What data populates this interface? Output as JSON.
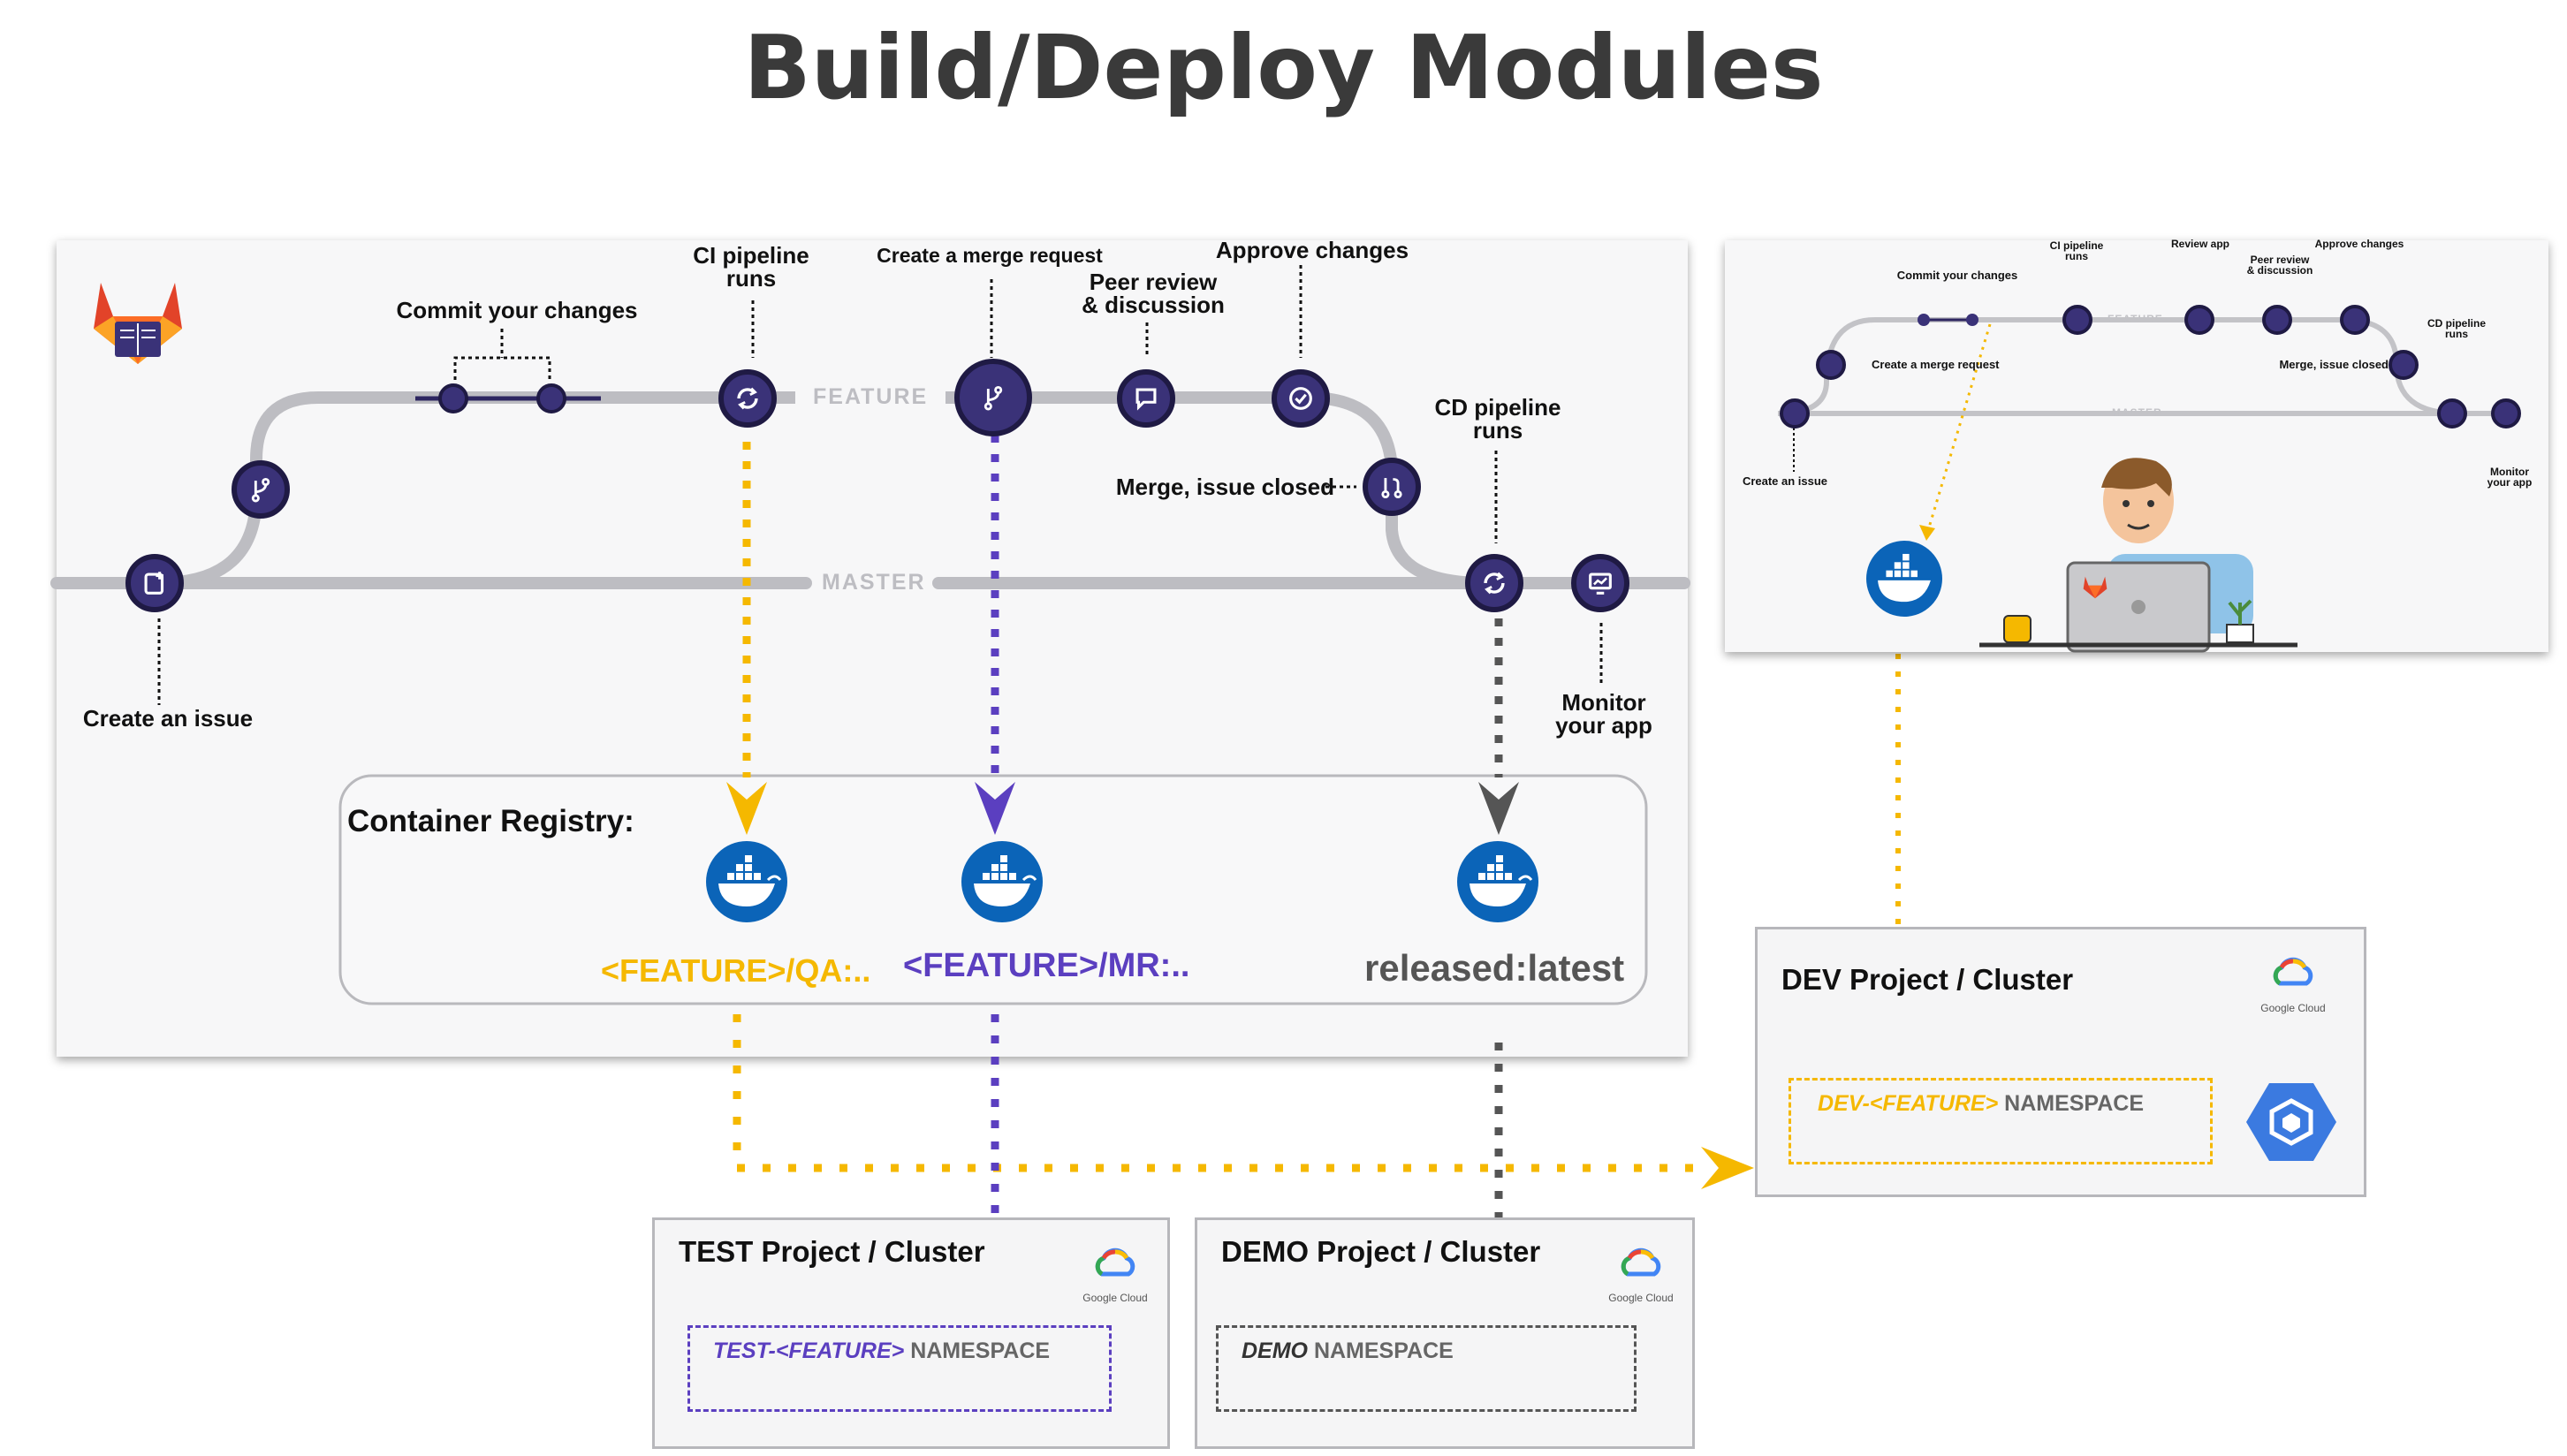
{
  "title": "Build/Deploy Modules",
  "workflow": {
    "steps": {
      "create_issue": "Create an issue",
      "commit_changes": "Commit your changes",
      "ci_pipeline": "CI pipeline\nruns",
      "merge_request": "Create a merge request",
      "peer_review": "Peer review\n& discussion",
      "approve": "Approve changes",
      "merge_closed": "Merge, issue closed",
      "cd_pipeline": "CD pipeline\nruns",
      "monitor": "Monitor\nyour app"
    },
    "branches": {
      "feature": "FEATURE",
      "master": "MASTER"
    }
  },
  "mini_workflow": {
    "steps": {
      "create_issue": "Create an issue",
      "commit_changes": "Commit your changes",
      "ci_pipeline": "CI pipeline\nruns",
      "review_app": "Review app",
      "peer_review": "Peer review\n& discussion",
      "approve": "Approve changes",
      "merge_request": "Create a merge request",
      "merge_closed": "Merge, issue closed",
      "cd_pipeline": "CD pipeline\nruns",
      "monitor": "Monitor\nyour app"
    },
    "branches": {
      "feature": "FEATURE",
      "master": "MASTER"
    }
  },
  "registry": {
    "label": "Container Registry:",
    "tags": {
      "qa": "<FEATURE>/QA:..",
      "mr": "<FEATURE>/MR:..",
      "released": "released:latest"
    }
  },
  "clusters": {
    "test": {
      "title": "TEST Project / Cluster",
      "ns_italic": "TEST-<FEATURE>",
      "ns_rest": " NAMESPACE"
    },
    "demo": {
      "title": "DEMO Project / Cluster",
      "ns_italic": "DEMO",
      "ns_rest": " NAMESPACE"
    },
    "dev": {
      "title": "DEV Project / Cluster",
      "ns_italic": "DEV-<FEATURE>",
      "ns_rest": " NAMESPACE"
    }
  },
  "google_cloud_label": "Google Cloud",
  "colors": {
    "yellow": "#f5b800",
    "purple": "#5b3fc0",
    "gray": "#555555",
    "node": "#3a3278",
    "docker": "#0b64b8"
  }
}
